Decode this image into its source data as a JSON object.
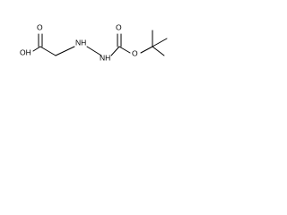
{
  "molecule": {
    "atoms": {
      "oxygen_carbonyl_acid": "O",
      "hydroxyl": "OH",
      "nitrogen_1": "NH",
      "nitrogen_2": "NH",
      "oxygen_carbonyl_carbamate": "O",
      "oxygen_ester": "O"
    }
  }
}
